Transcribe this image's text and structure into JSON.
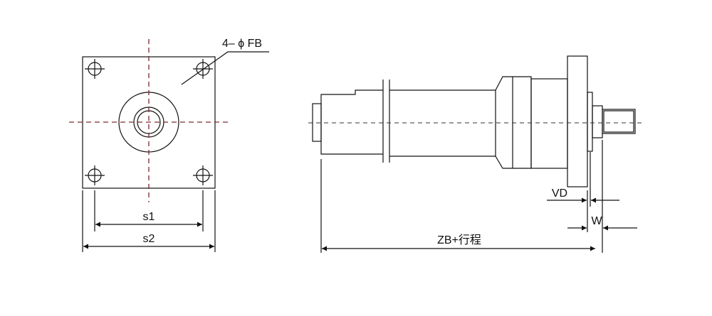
{
  "labels": {
    "holes": "4– ϕ FB",
    "s1": "s1",
    "s2": "s2",
    "vd": "VD",
    "w": "W",
    "zb": "ZB+行程"
  },
  "colors": {
    "centerline": "#7a2a30",
    "line": "#111111"
  }
}
